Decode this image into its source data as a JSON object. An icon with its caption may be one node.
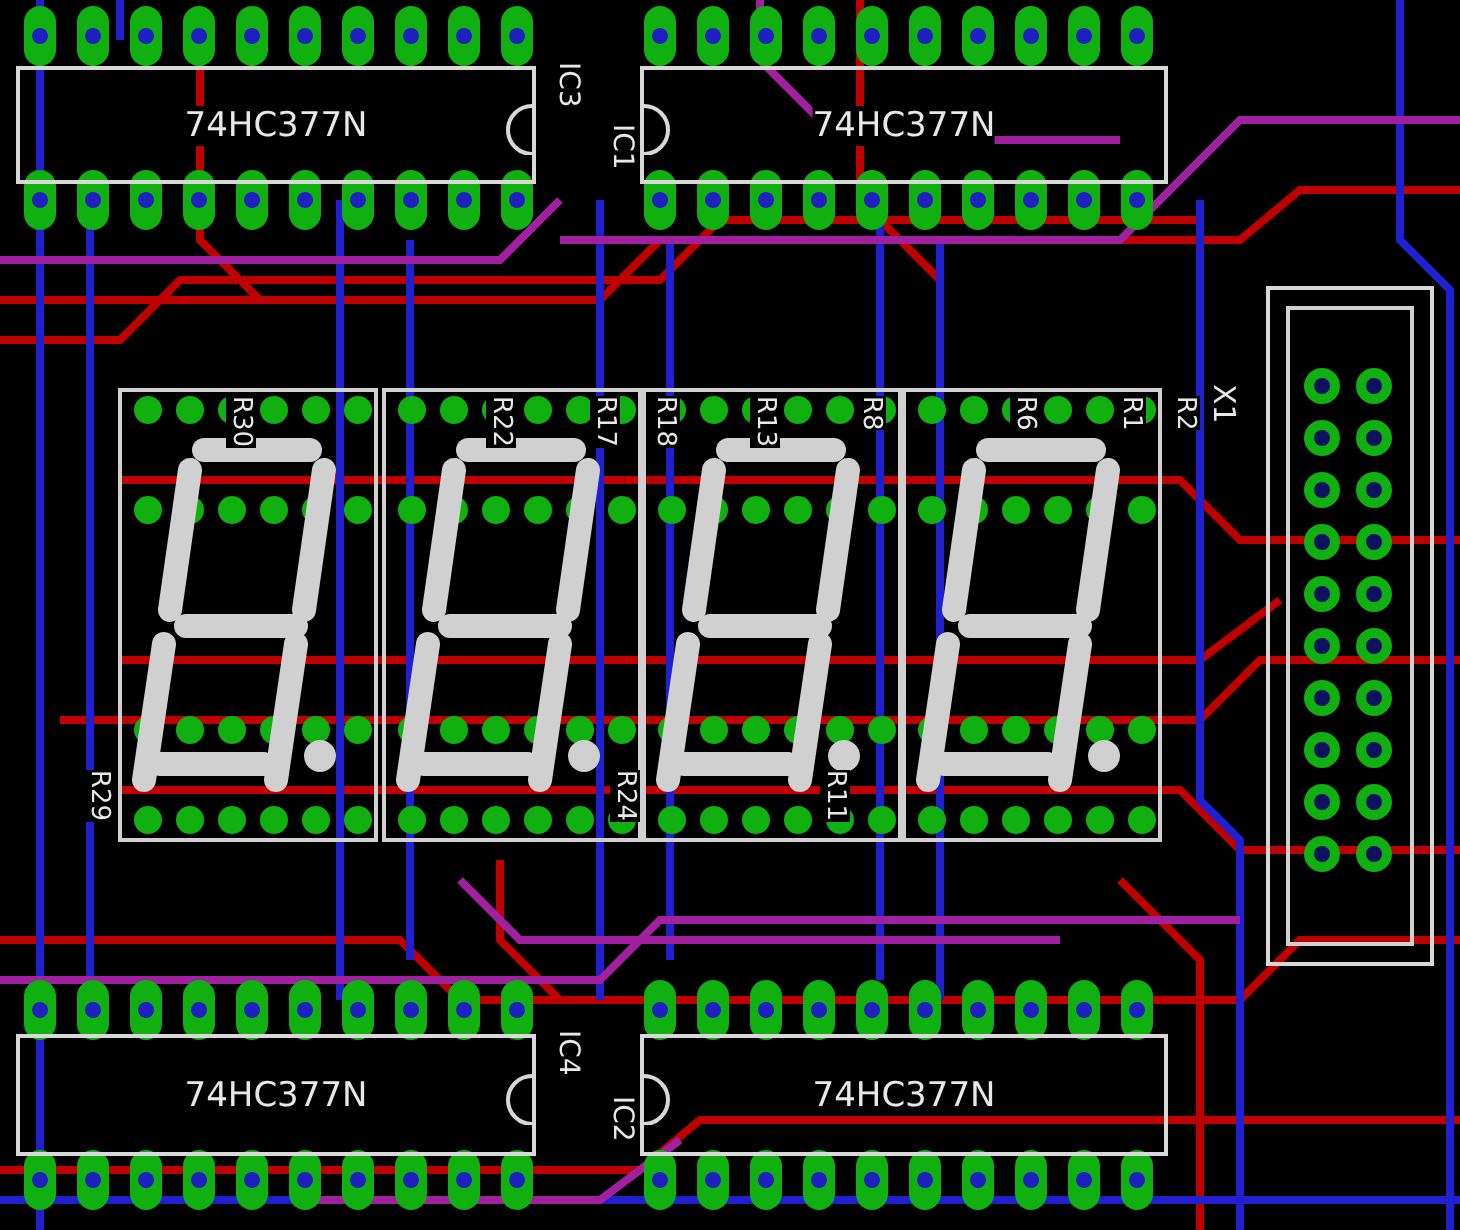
{
  "diagram": {
    "nodes": [
      {
        "text": [
          "74HC377N"
        ],
        "beside": [
          "IC3"
        ]
      },
      {
        "text": [
          "74HC377N"
        ],
        "beside": [
          "IC1"
        ]
      },
      {
        "text": [
          "74HC377N"
        ],
        "beside": [
          "IC4"
        ]
      },
      {
        "text": [
          "74HC377N"
        ],
        "beside": [
          "IC2"
        ]
      },
      {
        "text": [
          "X1"
        ]
      }
    ],
    "labels": [
      "R30",
      "R22",
      "R17",
      "R18",
      "R13",
      "R8",
      "R6",
      "R1",
      "R2",
      "R29",
      "R24",
      "R11"
    ]
  }
}
